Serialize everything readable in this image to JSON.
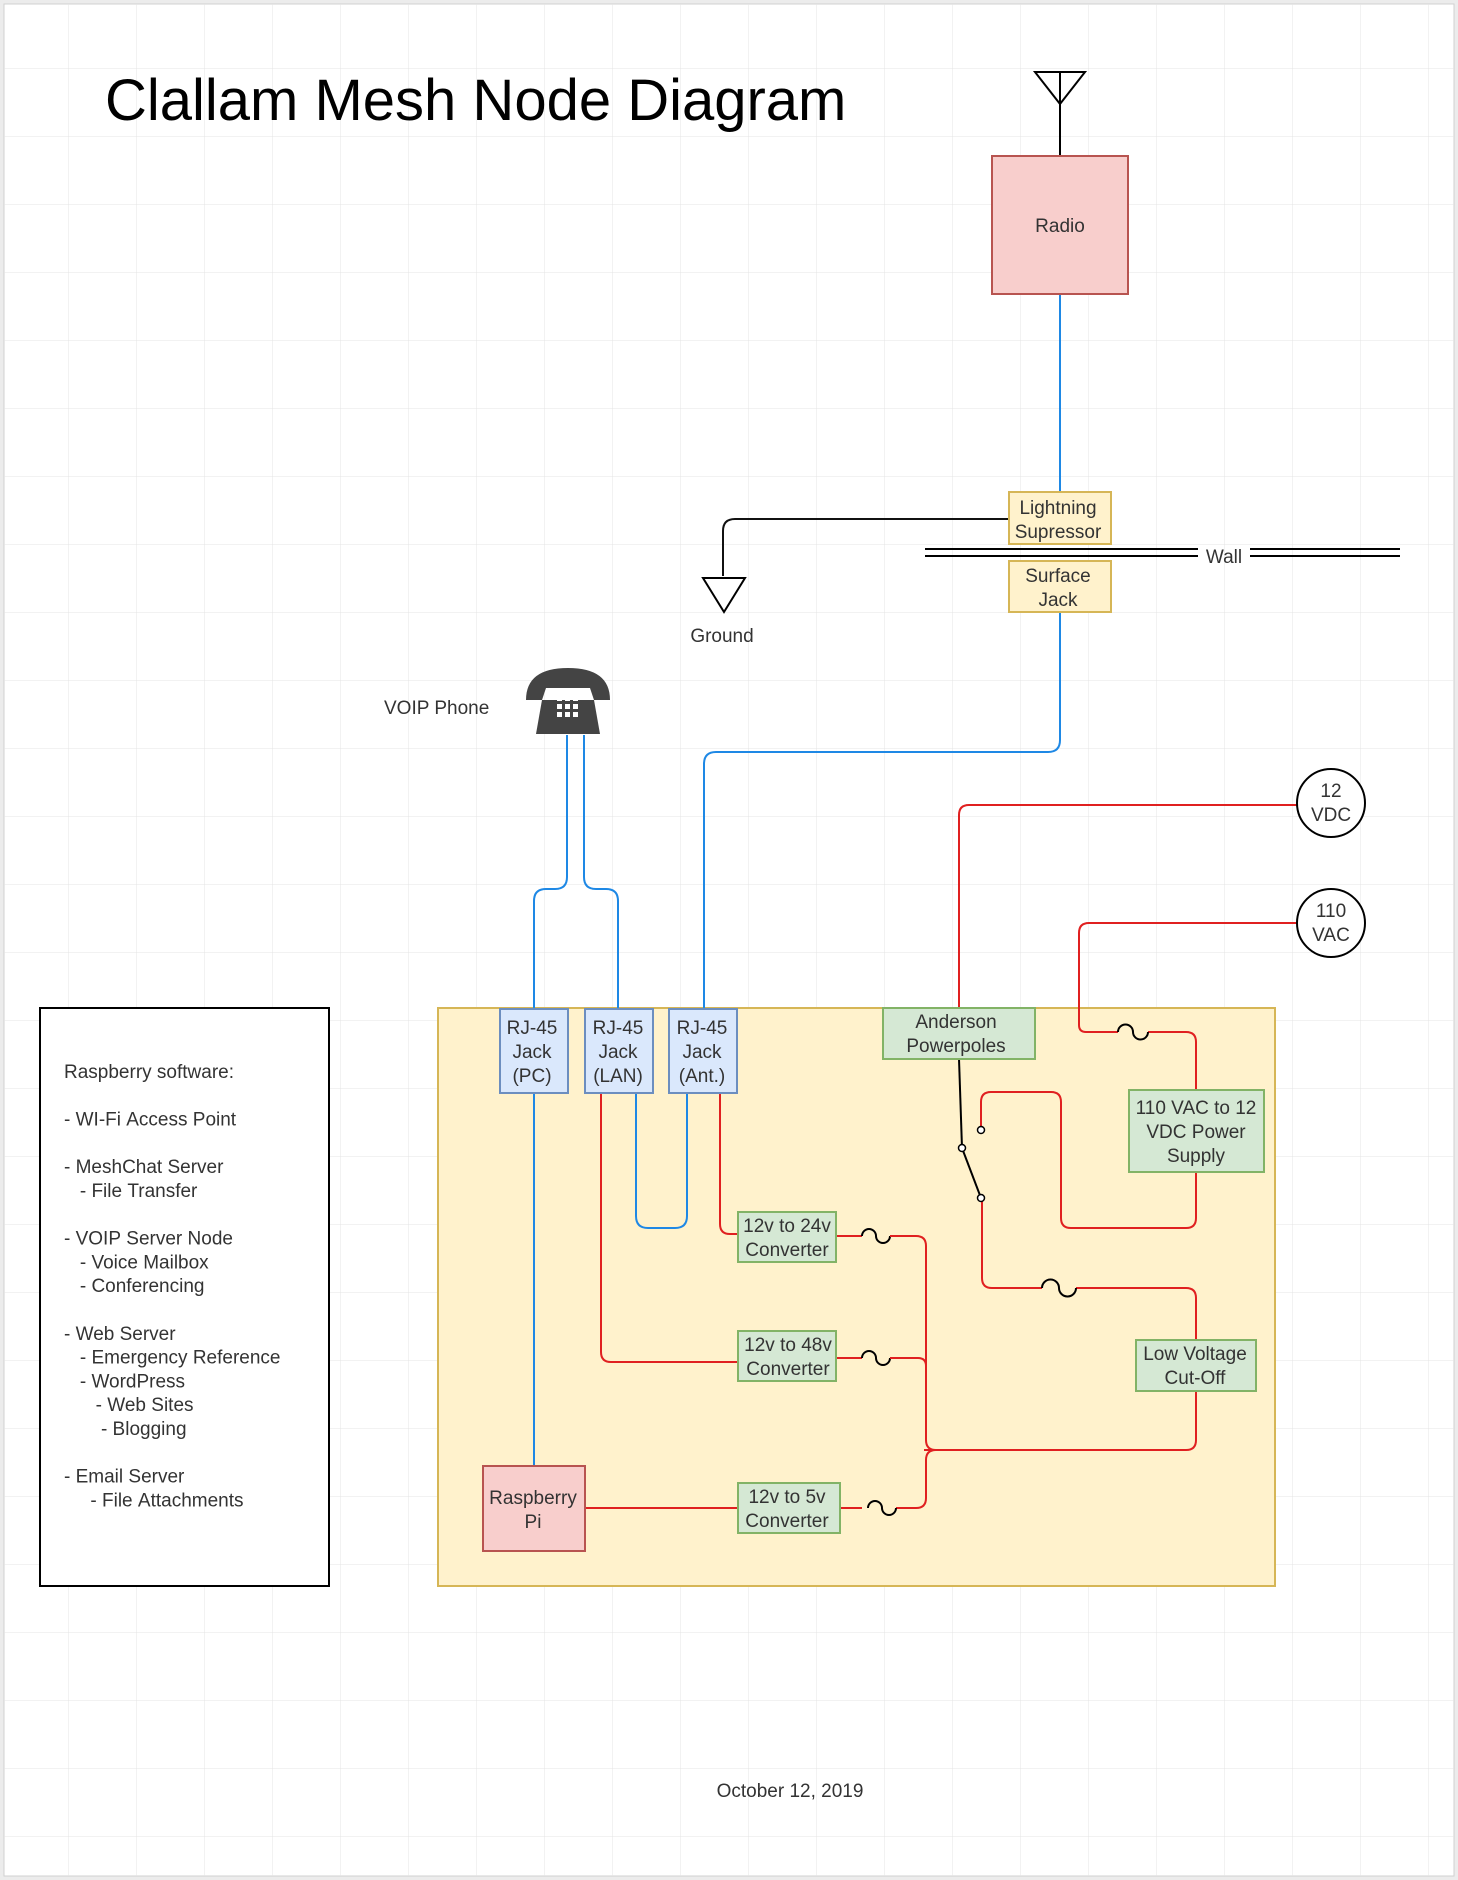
{
  "title": "Clallam Mesh Node Diagram",
  "date": "October 12, 2019",
  "radio": {
    "label": "Radio"
  },
  "lightning": {
    "line1": "Lightning",
    "line2": "Supressor"
  },
  "surface_jack": {
    "line1": "Surface",
    "line2": "Jack"
  },
  "wall_label": "Wall",
  "ground_label": "Ground",
  "voip_phone_label": "VOIP Phone",
  "jacks": [
    {
      "line1": "RJ-45",
      "line2": "Jack",
      "line3": "(PC)"
    },
    {
      "line1": "RJ-45",
      "line2": "Jack",
      "line3": "(LAN)"
    },
    {
      "line1": "RJ-45",
      "line2": "Jack",
      "line3": "(Ant.)"
    }
  ],
  "anderson": {
    "line1": "Anderson",
    "line2": "Powerpoles"
  },
  "psu": {
    "line1": "110 VAC to 12",
    "line2": "VDC Power",
    "line3": "Supply"
  },
  "lvco": {
    "line1": "Low Voltage",
    "line2": "Cut-Off"
  },
  "conv24": {
    "line1": "12v to 24v",
    "line2": "Converter"
  },
  "conv48": {
    "line1": "12v to 48v",
    "line2": "Converter"
  },
  "conv5": {
    "line1": "12v to 5v",
    "line2": "Converter"
  },
  "rpi": {
    "line1": "Raspberry",
    "line2": "Pi"
  },
  "vdc12": {
    "line1": "12",
    "line2": "VDC"
  },
  "vac110": {
    "line1": "110",
    "line2": "VAC"
  },
  "software_list": [
    "Raspberry software:",
    "",
    "- WI-Fi Access Point",
    "",
    "- MeshChat Server",
    "   - File Transfer",
    "",
    "- VOIP Server Node",
    "   - Voice Mailbox",
    "   - Conferencing",
    "",
    "- Web Server",
    "   - Emergency Reference",
    "   - WordPress",
    "      - Web Sites",
    "       - Blogging",
    "",
    "- Email Server",
    "     - File Attachments"
  ],
  "colors": {
    "ethernet": "#1e88e5",
    "power": "#e02020",
    "ground_wire": "#111111",
    "red_fill": "#f8cecc",
    "red_stroke": "#b85450",
    "yellow_fill": "#fff2cc",
    "yellow_stroke": "#d6b656",
    "blue_fill": "#dae8fc",
    "blue_stroke": "#6c8ebf",
    "green_fill": "#d5e8d4",
    "green_stroke": "#82b366"
  }
}
